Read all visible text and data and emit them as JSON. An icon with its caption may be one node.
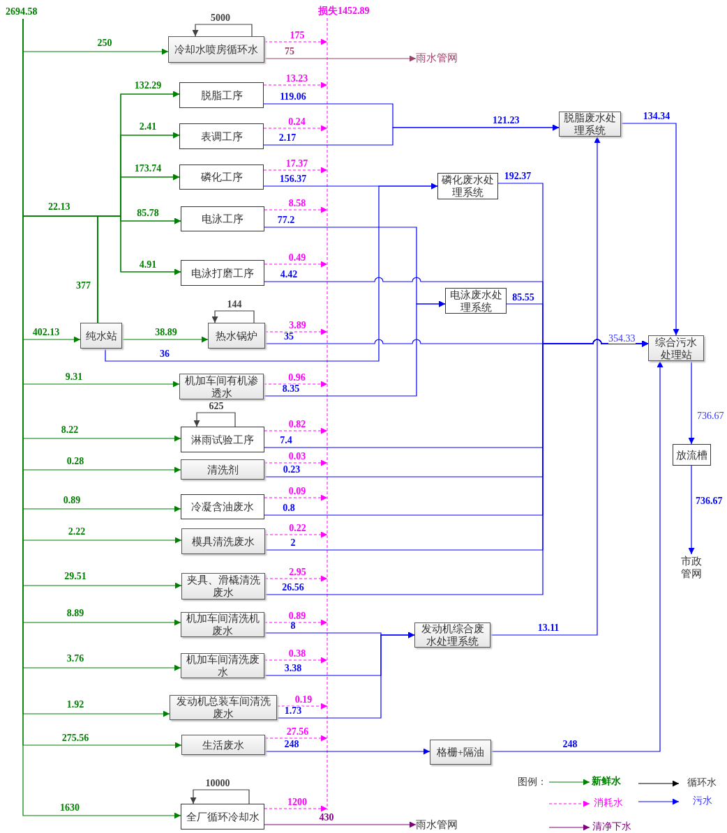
{
  "diagram": {
    "nodes": [
      {
        "text": [
          "2694.58"
        ]
      },
      {
        "text": [
          "冷却水喷房循环水"
        ]
      },
      {
        "text": [
          "雨水管网"
        ]
      },
      {
        "text": [
          "脱脂工序"
        ]
      },
      {
        "text": [
          "表调工序"
        ]
      },
      {
        "text": [
          "磷化工序"
        ]
      },
      {
        "text": [
          "电泳工序"
        ]
      },
      {
        "text": [
          "电泳打磨工序"
        ]
      },
      {
        "text": [
          "脱脂废水处理系统"
        ]
      },
      {
        "text": [
          "磷化废水处理系统"
        ]
      },
      {
        "text": [
          "电泳废水处理系统"
        ]
      },
      {
        "text": [
          "纯水站"
        ]
      },
      {
        "text": [
          "热水锅炉"
        ]
      },
      {
        "text": [
          "综合污水处理站"
        ]
      },
      {
        "text": [
          "机加车间有机渗透水"
        ]
      },
      {
        "text": [
          "淋雨试验工序"
        ]
      },
      {
        "text": [
          "放流槽"
        ]
      },
      {
        "text": [
          "清洗剂"
        ]
      },
      {
        "text": [
          "冷凝含油废水"
        ]
      },
      {
        "text": [
          "模具清洗废水"
        ]
      },
      {
        "text": [
          "市政管网"
        ]
      },
      {
        "text": [
          "夹具、滑橇清洗废水"
        ]
      },
      {
        "text": [
          "机加车间清洗机废水"
        ]
      },
      {
        "text": [
          "发动机综合废水处理系统"
        ]
      },
      {
        "text": [
          "机加车间清洗废水"
        ]
      },
      {
        "text": [
          "发动机总装车间清洗废水"
        ]
      },
      {
        "text": [
          "生活废水"
        ]
      },
      {
        "text": [
          "格栅+隔油"
        ]
      },
      {
        "text": [
          "全厂循环冷却水"
        ]
      },
      {
        "text": [
          "雨水管网"
        ]
      }
    ],
    "edges": [
      {
        "from": 0,
        "to": 1,
        "arrow": "to",
        "label": "250",
        "color": "#008000"
      },
      {
        "from": 1,
        "to": 1,
        "arrow": "to",
        "label": "5000",
        "color": "#404040"
      },
      {
        "from": 1,
        "to": null,
        "arrow": "to",
        "label": "175",
        "style": "dashed",
        "color": "#ff00ff"
      },
      {
        "from": 1,
        "to": 2,
        "arrow": "to",
        "label": "75",
        "color": "#a0406a"
      },
      {
        "from": 0,
        "to": 3,
        "arrow": "to",
        "label": "132.29",
        "color": "#008000"
      },
      {
        "from": 0,
        "to": 4,
        "arrow": "to",
        "label": "2.41",
        "color": "#008000"
      },
      {
        "from": 0,
        "to": 5,
        "arrow": "to",
        "label": "173.74",
        "color": "#008000"
      },
      {
        "from": 0,
        "to": 6,
        "arrow": "to",
        "label": "85.78",
        "color": "#008000"
      },
      {
        "from": 0,
        "to": 7,
        "arrow": "to",
        "label": "4.91",
        "color": "#008000"
      },
      {
        "from": 11,
        "to": 3,
        "arrow": "to",
        "color": "#008000"
      },
      {
        "from": 11,
        "to": 4,
        "arrow": "to",
        "color": "#008000"
      },
      {
        "from": 11,
        "to": 5,
        "arrow": "to",
        "color": "#008000"
      },
      {
        "from": 11,
        "to": 6,
        "arrow": "to",
        "color": "#008000"
      },
      {
        "from": 11,
        "to": 7,
        "arrow": "to",
        "color": "#008000"
      },
      {
        "from": 3,
        "to": null,
        "arrow": "to",
        "label": "13.23",
        "style": "dashed",
        "color": "#ff00ff"
      },
      {
        "from": 3,
        "to": 8,
        "arrow": "to",
        "label": "119.06",
        "color": "#0000ff"
      },
      {
        "from": 4,
        "to": null,
        "arrow": "to",
        "label": "0.24",
        "style": "dashed",
        "color": "#ff00ff"
      },
      {
        "from": 4,
        "to": 8,
        "arrow": "to",
        "label": "2.17",
        "color": "#0000ff"
      },
      {
        "from": 5,
        "to": null,
        "arrow": "to",
        "label": "17.37",
        "style": "dashed",
        "color": "#ff00ff"
      },
      {
        "from": 5,
        "to": 9,
        "arrow": "to",
        "label": "156.37",
        "color": "#0000ff"
      },
      {
        "from": 6,
        "to": null,
        "arrow": "to",
        "label": "8.58",
        "style": "dashed",
        "color": "#ff00ff"
      },
      {
        "from": 6,
        "to": 10,
        "arrow": "to",
        "label": "77.2",
        "color": "#0000ff"
      },
      {
        "from": 7,
        "to": null,
        "arrow": "to",
        "label": "0.49",
        "style": "dashed",
        "color": "#ff00ff"
      },
      {
        "from": 7,
        "to": 13,
        "arrow": "to",
        "label": "4.42",
        "color": "#0000ff"
      },
      {
        "from": 11,
        "to": 12,
        "arrow": "to",
        "label": "38.89",
        "color": "#008000"
      },
      {
        "from": 0,
        "to": 11,
        "arrow": "to",
        "label": "402.13",
        "color": "#008000"
      },
      {
        "from": 11,
        "to": 9,
        "arrow": "to",
        "label": "36",
        "color": "#0000ff"
      },
      {
        "from": 12,
        "to": 12,
        "arrow": "to",
        "label": "144",
        "color": "#404040"
      },
      {
        "from": 12,
        "to": null,
        "arrow": "to",
        "label": "3.89",
        "style": "dashed",
        "color": "#ff00ff"
      },
      {
        "from": 12,
        "to": 13,
        "arrow": "to",
        "label": "35",
        "color": "#0000ff"
      },
      {
        "from": 14,
        "to": null,
        "arrow": "to",
        "label": "0.96",
        "style": "dashed",
        "color": "#ff00ff"
      },
      {
        "from": 14,
        "to": 10,
        "arrow": "to",
        "label": "8.35",
        "color": "#0000ff"
      },
      {
        "from": 0,
        "to": 14,
        "arrow": "to",
        "label": "9.31",
        "color": "#008000"
      },
      {
        "from": 15,
        "to": 15,
        "arrow": "to",
        "label": "625",
        "color": "#404040"
      },
      {
        "from": 0,
        "to": 15,
        "arrow": "to",
        "label": "8.22",
        "color": "#008000"
      },
      {
        "from": 15,
        "to": null,
        "arrow": "to",
        "label": "0.82",
        "style": "dashed",
        "color": "#ff00ff"
      },
      {
        "from": 15,
        "to": 13,
        "arrow": "to",
        "label": "7.4",
        "color": "#0000ff"
      },
      {
        "from": 0,
        "to": 17,
        "arrow": "to",
        "label": "0.28",
        "color": "#008000"
      },
      {
        "from": 17,
        "to": null,
        "arrow": "to",
        "label": "0.03",
        "style": "dashed",
        "color": "#ff00ff"
      },
      {
        "from": 17,
        "to": 13,
        "arrow": "to",
        "label": "0.23",
        "color": "#0000ff"
      },
      {
        "from": 0,
        "to": 18,
        "arrow": "to",
        "label": "0.89",
        "color": "#008000"
      },
      {
        "from": 18,
        "to": null,
        "arrow": "to",
        "label": "0.09",
        "style": "dashed",
        "color": "#ff00ff"
      },
      {
        "from": 18,
        "to": 13,
        "arrow": "to",
        "label": "0.8",
        "color": "#0000ff"
      },
      {
        "from": 0,
        "to": 19,
        "arrow": "to",
        "label": "2.22",
        "color": "#008000"
      },
      {
        "from": 19,
        "to": null,
        "arrow": "to",
        "label": "0.22",
        "style": "dashed",
        "color": "#ff00ff"
      },
      {
        "from": 19,
        "to": 13,
        "arrow": "to",
        "label": "2",
        "color": "#0000ff"
      },
      {
        "from": 0,
        "to": 21,
        "arrow": "to",
        "label": "29.51",
        "color": "#008000"
      },
      {
        "from": 21,
        "to": null,
        "arrow": "to",
        "label": "2.95",
        "style": "dashed",
        "color": "#ff00ff"
      },
      {
        "from": 21,
        "to": 13,
        "arrow": "to",
        "label": "26.56",
        "color": "#0000ff"
      },
      {
        "from": 9,
        "to": 13,
        "arrow": "to",
        "label": "192.37",
        "color": "#0000ff"
      },
      {
        "from": 10,
        "to": 13,
        "arrow": "to",
        "label": "85.55",
        "color": "#0000ff"
      },
      {
        "from": 8,
        "to": 13,
        "arrow": "to",
        "label": "134.34",
        "color": "#0000ff"
      },
      {
        "from": 0,
        "to": 22,
        "arrow": "to",
        "label": "8.89",
        "color": "#008000"
      },
      {
        "from": 22,
        "to": null,
        "arrow": "to",
        "label": "0.89",
        "style": "dashed",
        "color": "#ff00ff"
      },
      {
        "from": 22,
        "to": 23,
        "arrow": "to",
        "label": "8",
        "color": "#0000ff"
      },
      {
        "from": 0,
        "to": 24,
        "arrow": "to",
        "label": "3.76",
        "color": "#008000"
      },
      {
        "from": 24,
        "to": null,
        "arrow": "to",
        "label": "0.38",
        "style": "dashed",
        "color": "#ff00ff"
      },
      {
        "from": 24,
        "to": 23,
        "arrow": "to",
        "label": "3.38",
        "color": "#0000ff"
      },
      {
        "from": 0,
        "to": 25,
        "arrow": "to",
        "label": "1.92",
        "color": "#008000"
      },
      {
        "from": 25,
        "to": null,
        "arrow": "to",
        "label": "0.19",
        "style": "dashed",
        "color": "#ff00ff"
      },
      {
        "from": 25,
        "to": 23,
        "arrow": "to",
        "label": "1.73",
        "color": "#0000ff"
      },
      {
        "from": 23,
        "to": 8,
        "arrow": "to",
        "label": "13.11",
        "color": "#0000ff"
      },
      {
        "from": 0,
        "to": 26,
        "arrow": "to",
        "label": "275.56",
        "color": "#008000"
      },
      {
        "from": 26,
        "to": null,
        "arrow": "to",
        "label": "27.56",
        "style": "dashed",
        "color": "#ff00ff"
      },
      {
        "from": 26,
        "to": 27,
        "arrow": "to",
        "label": "248",
        "color": "#0000ff"
      },
      {
        "from": 27,
        "to": 13,
        "arrow": "to",
        "label": "248",
        "color": "#0000ff"
      },
      {
        "from": 0,
        "to": 28,
        "arrow": "to",
        "label": "1630",
        "color": "#008000"
      },
      {
        "from": 28,
        "to": 28,
        "arrow": "to",
        "label": "10000",
        "color": "#404040"
      },
      {
        "from": 28,
        "to": null,
        "arrow": "to",
        "label": "1200",
        "style": "dashed",
        "color": "#ff00ff"
      },
      {
        "from": 28,
        "to": 29,
        "arrow": "to",
        "label": "430",
        "color": "#800080"
      },
      {
        "from": 13,
        "to": 16,
        "arrow": "to",
        "label": "736.67",
        "color": "#0000ff"
      },
      {
        "from": 16,
        "to": 20,
        "arrow": "to",
        "label": "736.67",
        "color": "#0000ff"
      }
    ],
    "labels": [
      "损失1452.89",
      "121.23",
      "22.13",
      "377",
      "354.33",
      "图例："
    ],
    "legend": [
      {
        "text": "新鲜水"
      },
      {
        "text": "循环水"
      },
      {
        "text": "消耗水"
      },
      {
        "text": "污水"
      },
      {
        "text": "清净下水"
      }
    ]
  }
}
